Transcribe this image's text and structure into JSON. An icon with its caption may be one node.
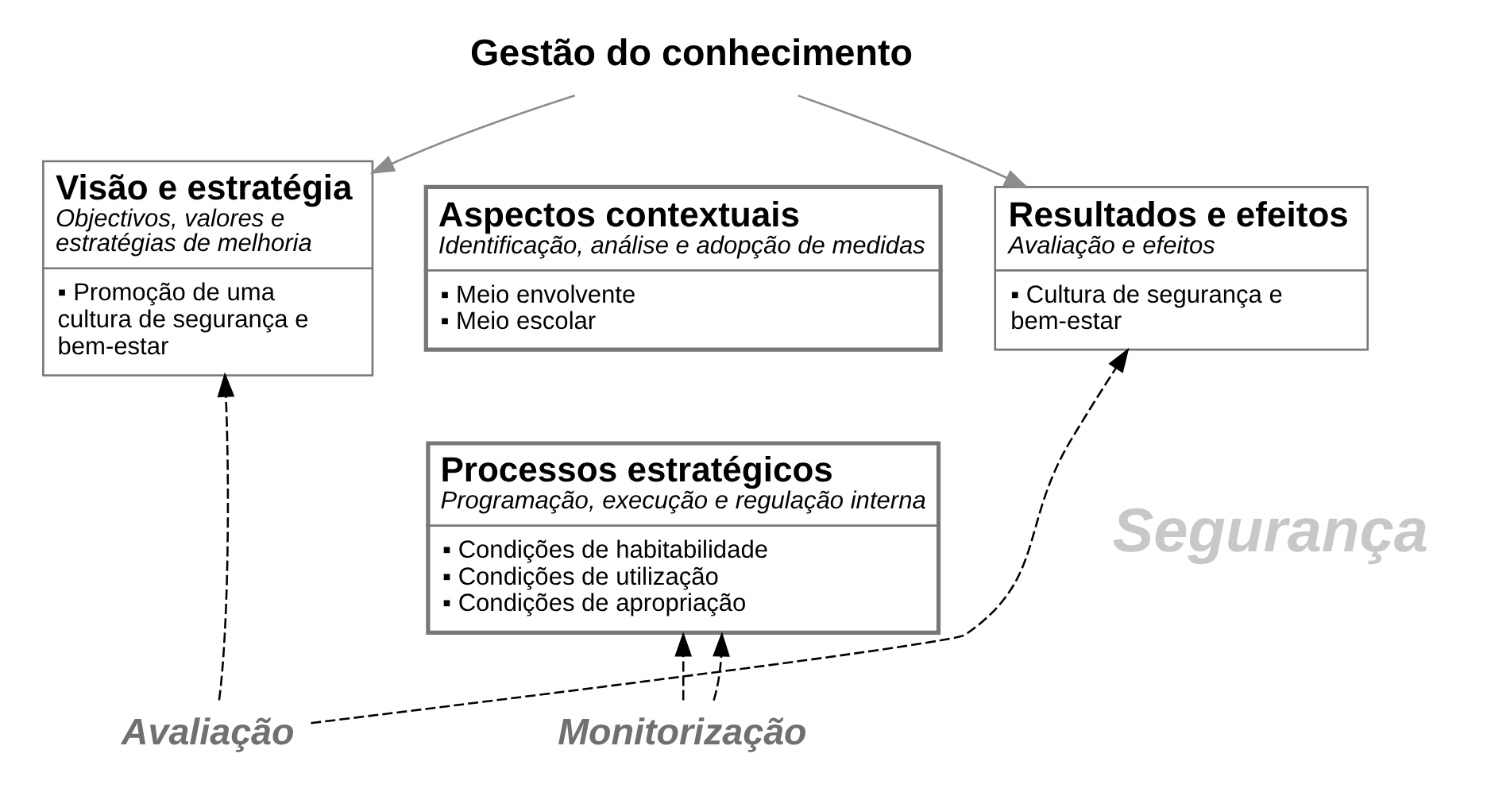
{
  "diagram": {
    "nodes": [
      {
        "text": [
          "Gestão do conhecimento"
        ]
      },
      {
        "text": [
          "Visão e estratégia",
          "Objectivos, valores e estratégias de melhoria",
          "▪ Promoção de uma cultura de segurança e bem-estar"
        ]
      },
      {
        "text": [
          "Aspectos contextuais",
          "Identificação, análise e adopção de medidas",
          "▪ Meio envolvente",
          "▪ Meio escolar"
        ]
      },
      {
        "text": [
          "Processos estratégicos",
          "Programação, execução e regulação interna",
          "▪ Condições de habitabilidade",
          "▪ Condições de utilização",
          "▪ Condições de apropriação"
        ]
      },
      {
        "text": [
          "Resultados e efeitos",
          "Avaliação e efeitos",
          "▪ Cultura de segurança e bem-estar"
        ]
      },
      {
        "text": [
          "Avaliação"
        ]
      },
      {
        "text": [
          "Monitorização"
        ]
      }
    ],
    "edges": [
      {
        "from": 0,
        "to": 1,
        "arrow": "to",
        "color": "#8c8c8c"
      },
      {
        "from": 0,
        "to": 4,
        "arrow": "to",
        "color": "#8c8c8c"
      },
      {
        "from": 5,
        "to": 1,
        "arrow": "to",
        "style": "dashed"
      },
      {
        "from": 5,
        "to": 4,
        "arrow": "to",
        "style": "dashed"
      },
      {
        "from": 6,
        "to": 3,
        "arrow": "to",
        "style": "dashed"
      },
      {
        "from": 6,
        "to": 3,
        "arrow": "to",
        "style": "dashed"
      }
    ],
    "labels": [
      "Segurança"
    ]
  }
}
